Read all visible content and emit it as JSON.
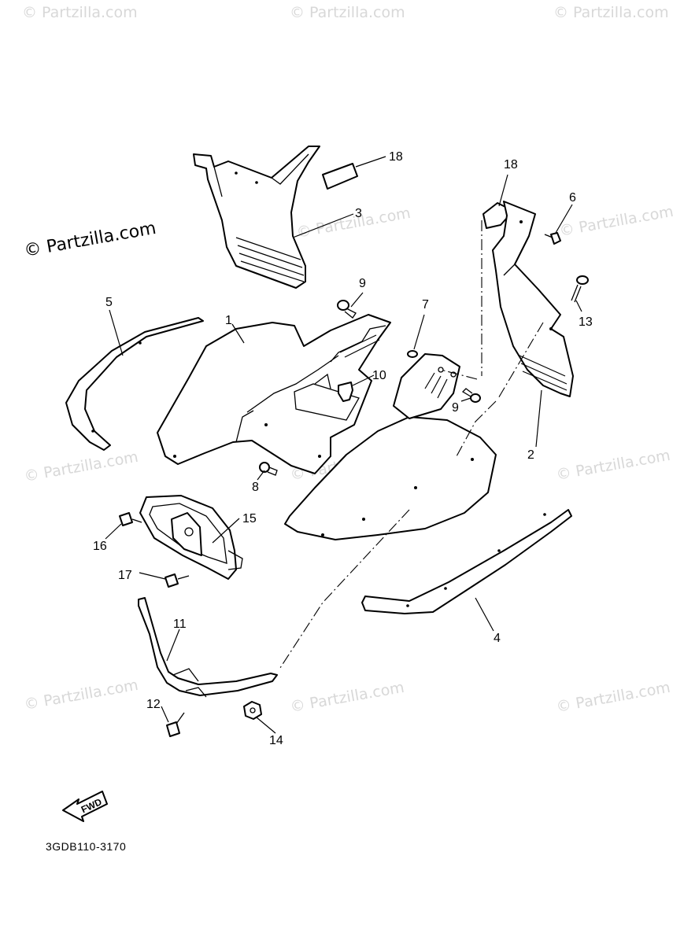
{
  "watermarks": [
    "© Partzilla.com",
    "© Partzilla.com",
    "© Partzilla.com",
    "© Partzilla.com",
    "© Partzilla.com",
    "© Partzilla.com",
    "© Partzilla.com",
    "© Partzilla.com",
    "© Partzilla.com",
    "© Partzilla.com",
    "© Partzilla.com",
    "© Partzilla.com"
  ],
  "copyright": "© Partzilla.com",
  "callouts": {
    "p1": "1",
    "p2": "2",
    "p3": "3",
    "p4": "4",
    "p5": "5",
    "p6": "6",
    "p7": "7",
    "p8": "8",
    "p9a": "9",
    "p9b": "9",
    "p10": "10",
    "p11": "11",
    "p12": "12",
    "p13": "13",
    "p14": "14",
    "p15": "15",
    "p16": "16",
    "p17": "17",
    "p18a": "18",
    "p18b": "18"
  },
  "fwd_label": "FWD",
  "diagram_code": "3GDB110-3170"
}
